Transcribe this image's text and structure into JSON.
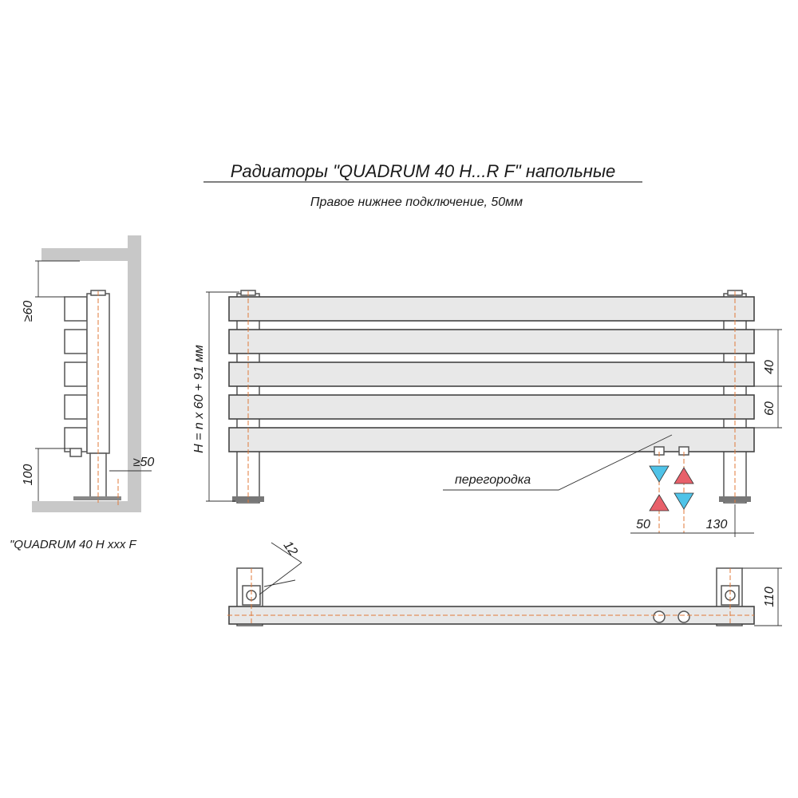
{
  "title": "Радиаторы \"QUADRUM 40 H...R F\" напольные",
  "subtitle": "Правое нижнее подключение, 50мм",
  "side_view": {
    "label": "\"QUADRUM 40 H xxx F",
    "dim_top": "≥60",
    "dim_bottom": "100",
    "dim_wall": "≥50"
  },
  "front_view": {
    "height_label": "H = n x 60 + 91 мм",
    "dim_gap": "40",
    "dim_pitch": "60",
    "partition_label": "перегородка",
    "dim_connection": "50",
    "dim_offset": "130"
  },
  "top_view": {
    "dim_pipe": "12",
    "dim_depth": "110"
  },
  "colors": {
    "supply": "#e8606a",
    "return": "#4fc3e8",
    "axis": "#e07a3a"
  }
}
